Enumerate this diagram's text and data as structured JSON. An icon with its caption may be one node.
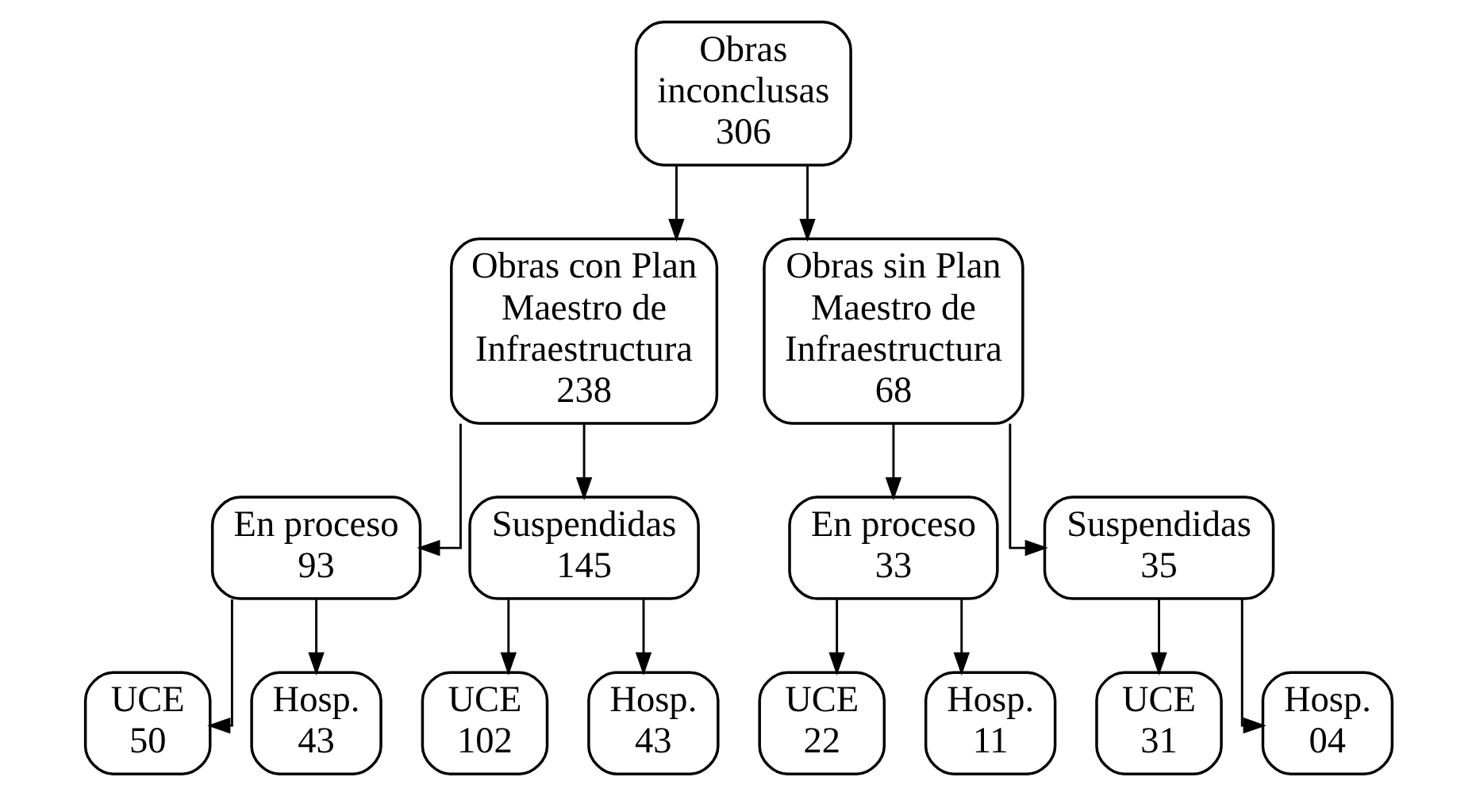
{
  "diagram": {
    "nodes": [
      {
        "text": [
          "Obras inconclusas",
          "306"
        ]
      },
      {
        "text": [
          "Obras con Plan Maestro de Infraestructura",
          "238"
        ]
      },
      {
        "text": [
          "Obras sin Plan Maestro de Infraestructura",
          "68"
        ]
      },
      {
        "text": [
          "En proceso",
          "93"
        ]
      },
      {
        "text": [
          "Suspendidas",
          "145"
        ]
      },
      {
        "text": [
          "En proceso",
          "33"
        ]
      },
      {
        "text": [
          "Suspendidas",
          "35"
        ]
      },
      {
        "text": [
          "UCE",
          "50"
        ]
      },
      {
        "text": [
          "Hosp.",
          "43"
        ]
      },
      {
        "text": [
          "UCE",
          "102"
        ]
      },
      {
        "text": [
          "Hosp.",
          "43"
        ]
      },
      {
        "text": [
          "UCE",
          "22"
        ]
      },
      {
        "text": [
          "Hosp.",
          "11"
        ]
      },
      {
        "text": [
          "UCE",
          "31"
        ]
      },
      {
        "text": [
          "Hosp.",
          "04"
        ]
      }
    ],
    "edges": [
      {
        "from": 0,
        "to": 1,
        "arrow": "to"
      },
      {
        "from": 0,
        "to": 2,
        "arrow": "to"
      },
      {
        "from": 1,
        "to": 3,
        "arrow": "to"
      },
      {
        "from": 1,
        "to": 4,
        "arrow": "to"
      },
      {
        "from": 2,
        "to": 5,
        "arrow": "to"
      },
      {
        "from": 2,
        "to": 6,
        "arrow": "to"
      },
      {
        "from": 3,
        "to": 7,
        "arrow": "to"
      },
      {
        "from": 3,
        "to": 8,
        "arrow": "to"
      },
      {
        "from": 4,
        "to": 9,
        "arrow": "to"
      },
      {
        "from": 4,
        "to": 10,
        "arrow": "to"
      },
      {
        "from": 5,
        "to": 11,
        "arrow": "to"
      },
      {
        "from": 5,
        "to": 12,
        "arrow": "to"
      },
      {
        "from": 6,
        "to": 13,
        "arrow": "to"
      },
      {
        "from": 6,
        "to": 14,
        "arrow": "to"
      }
    ]
  }
}
